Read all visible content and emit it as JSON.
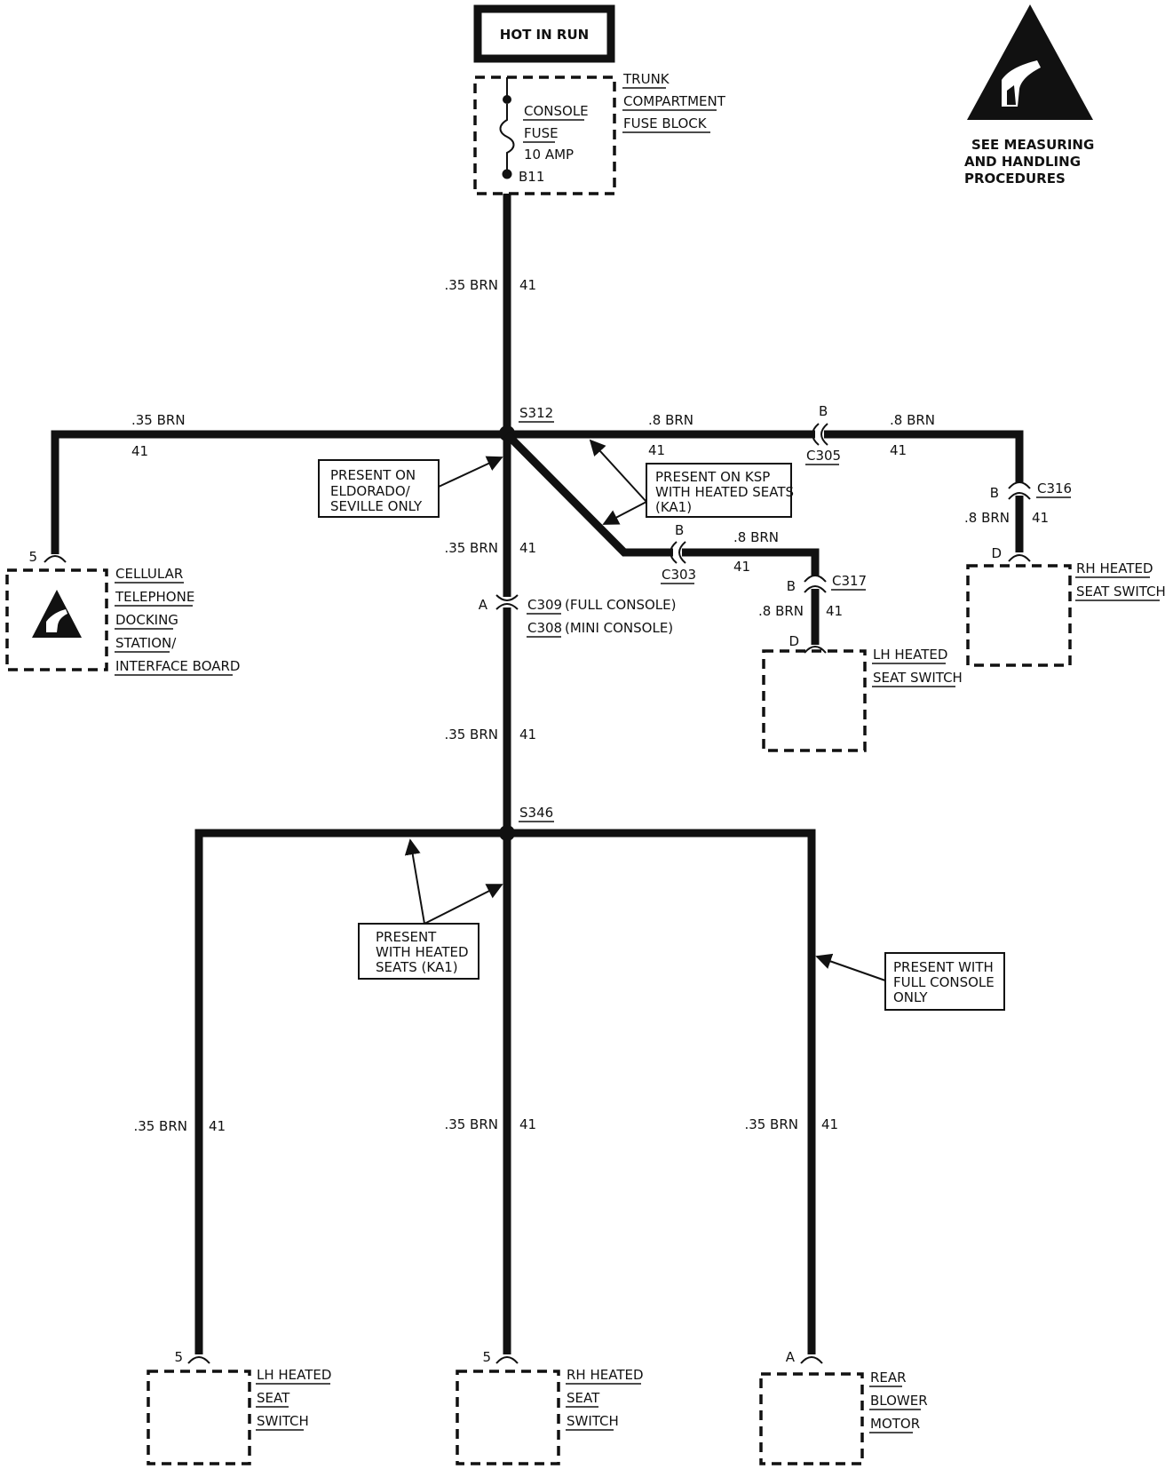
{
  "power_source": "HOT IN RUN",
  "fuse_block": {
    "label": [
      "TRUNK",
      "COMPARTMENT",
      "FUSE BLOCK"
    ],
    "fuse_lines": [
      "CONSOLE",
      "FUSE",
      "10 AMP"
    ],
    "terminal": "B11"
  },
  "esd_notice": [
    "SEE MEASURING",
    "AND HANDLING",
    "PROCEDURES"
  ],
  "splices": {
    "s312": "S312",
    "s346": "S346"
  },
  "wires": {
    "w_main_1": {
      "gauge": ".35 BRN",
      "circuit": "41"
    },
    "w_left_cell": {
      "gauge": ".35 BRN",
      "circuit": "41"
    },
    "w_right_s312_c305": {
      "gauge": ".8 BRN",
      "circuit": "41"
    },
    "w_c305_c316": {
      "gauge": ".8 BRN",
      "circuit": "41"
    },
    "w_c316_rh": {
      "gauge": ".8 BRN",
      "circuit": "41"
    },
    "w_c303_c317": {
      "gauge": ".8 BRN",
      "circuit": "41"
    },
    "w_c317_lh": {
      "gauge": ".8 BRN",
      "circuit": "41"
    },
    "w_main_2": {
      "gauge": ".35 BRN",
      "circuit": "41"
    },
    "w_main_3": {
      "gauge": ".35 BRN",
      "circuit": "41"
    },
    "w_b_left": {
      "gauge": ".35 BRN",
      "circuit": "41"
    },
    "w_b_center": {
      "gauge": ".35 BRN",
      "circuit": "41"
    },
    "w_b_right": {
      "gauge": ".35 BRN",
      "circuit": "41"
    }
  },
  "connectors": {
    "c305": {
      "id": "C305",
      "pin": "B"
    },
    "c316": {
      "id": "C316",
      "pin": "B"
    },
    "c303": {
      "id": "C303",
      "pin": "B"
    },
    "c317": {
      "id": "C317",
      "pin": "B"
    },
    "c309": {
      "id": "C309",
      "pin": "A",
      "note": "(FULL CONSOLE)"
    },
    "c308": {
      "id": "C308",
      "note": "(MINI CONSOLE)"
    }
  },
  "notes": {
    "eldorado": [
      "PRESENT ON",
      "ELDORADO/",
      "SEVILLE ONLY"
    ],
    "ksp": [
      "PRESENT ON KSP",
      "WITH HEATED SEATS",
      "(KA1)"
    ],
    "heated": [
      "PRESENT",
      "WITH HEATED",
      "SEATS (KA1)"
    ],
    "full_console": [
      "PRESENT WITH",
      "FULL CONSOLE",
      "ONLY"
    ]
  },
  "components": {
    "cellular": {
      "pin": "5",
      "label": [
        "CELLULAR",
        "TELEPHONE",
        "DOCKING",
        "STATION/",
        "INTERFACE BOARD"
      ]
    },
    "rh_upper": {
      "pin": "D",
      "label": [
        "RH HEATED",
        "SEAT SWITCH"
      ]
    },
    "lh_upper": {
      "pin": "D",
      "label": [
        "LH HEATED",
        "SEAT SWITCH"
      ]
    },
    "lh_bottom": {
      "pin": "5",
      "label": [
        "LH HEATED",
        "SEAT",
        "SWITCH"
      ]
    },
    "rh_bottom": {
      "pin": "5",
      "label": [
        "RH HEATED",
        "SEAT",
        "SWITCH"
      ]
    },
    "rear_blower": {
      "pin": "A",
      "label": [
        "REAR",
        "BLOWER",
        "MOTOR"
      ]
    }
  }
}
